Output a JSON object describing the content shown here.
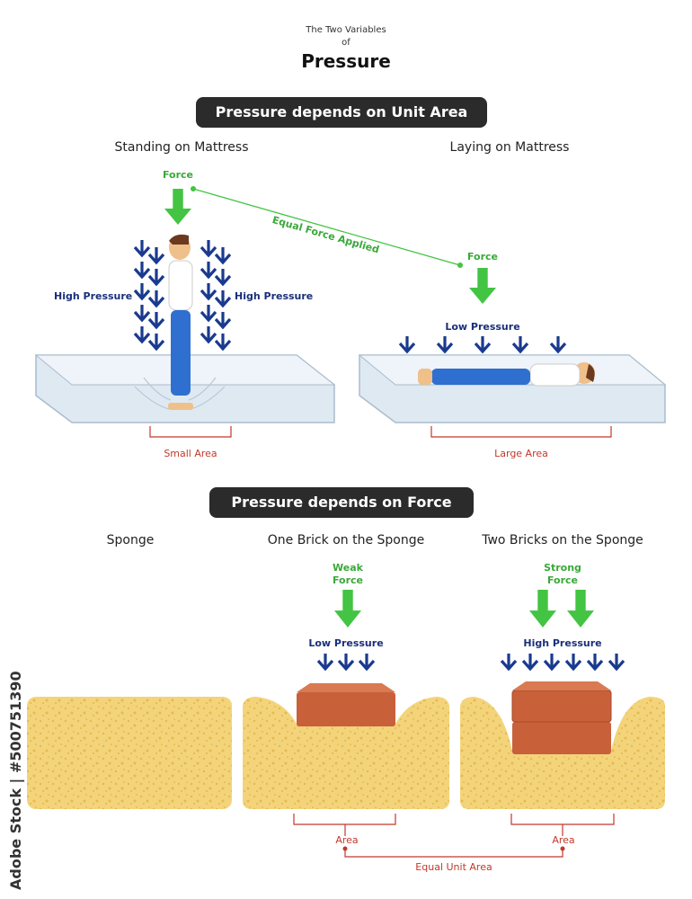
{
  "header": {
    "subtitle_line1": "The Two Variables",
    "subtitle_line2": "of",
    "title": "Pressure"
  },
  "section_area": {
    "pill": "Pressure depends on Unit Area",
    "left_heading": "Standing on Mattress",
    "right_heading": "Laying on Mattress",
    "force_label_left": "Force",
    "force_label_right": "Force",
    "equal_force_label": "Equal Force Applied",
    "high_pressure_left": "High Pressure",
    "high_pressure_right": "High Pressure",
    "low_pressure": "Low Pressure",
    "small_area": "Small Area",
    "large_area": "Large Area"
  },
  "section_force": {
    "pill": "Pressure depends on Force",
    "col1_heading": "Sponge",
    "col2_heading": "One Brick on the Sponge",
    "col3_heading": "Two Bricks on the Sponge",
    "weak_force_line1": "Weak",
    "weak_force_line2": "Force",
    "strong_force_line1": "Strong",
    "strong_force_line2": "Force",
    "low_pressure": "Low Pressure",
    "high_pressure": "High Pressure",
    "area_left": "Area",
    "area_right": "Area",
    "equal_unit_area": "Equal Unit Area"
  },
  "credit": "Adobe Stock | #500751390",
  "colors": {
    "force_green": "#43c443",
    "pressure_blue": "#1a3a8f",
    "area_red": "#c0392b",
    "mattress": "#dfe9f2",
    "sponge": "#f3d47a",
    "brick": "#c8603a",
    "pill_bg": "#2b2b2b"
  }
}
